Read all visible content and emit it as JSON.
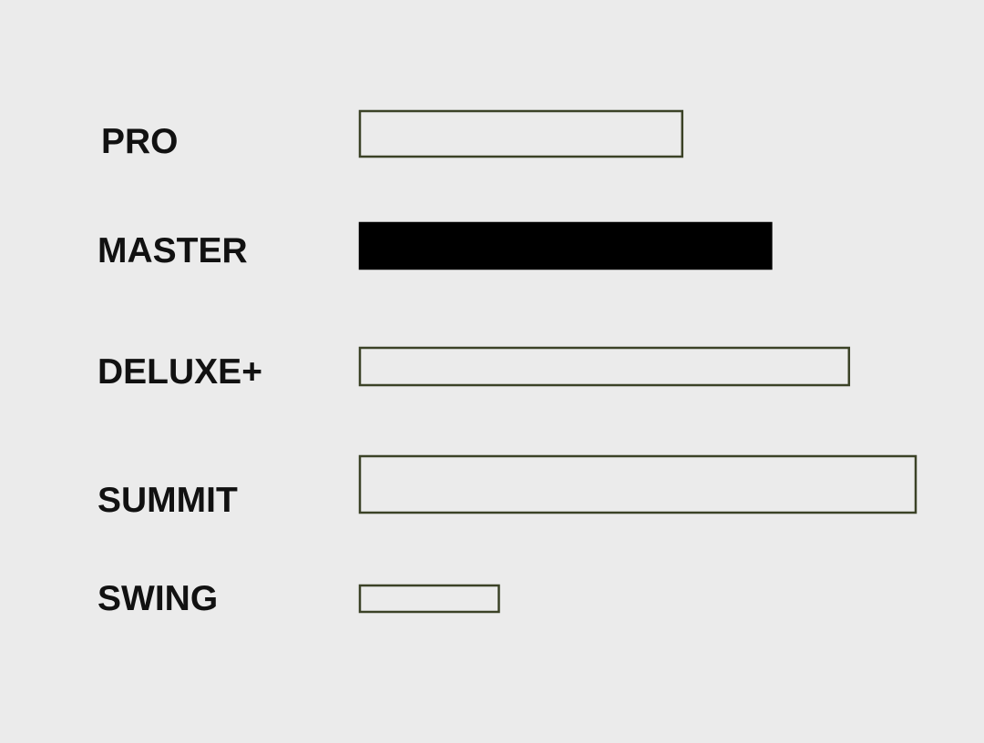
{
  "chart_data": {
    "type": "bar",
    "orientation": "horizontal",
    "categories": [
      "PRO",
      "MASTER",
      "DELUXE+",
      "SUMMIT",
      "SWING"
    ],
    "values": [
      58,
      74,
      88,
      100,
      25
    ],
    "xlim": [
      0,
      100
    ],
    "highlighted": "MASTER",
    "title": "",
    "xlabel": "",
    "ylabel": "",
    "grid": false,
    "legend": "none"
  },
  "colors": {
    "background": "#ebebeb",
    "bar_outline": "#3b4226",
    "bar_fill_default": "#ebebeb",
    "bar_fill_highlight": "#000000",
    "label_text": "#111111"
  }
}
